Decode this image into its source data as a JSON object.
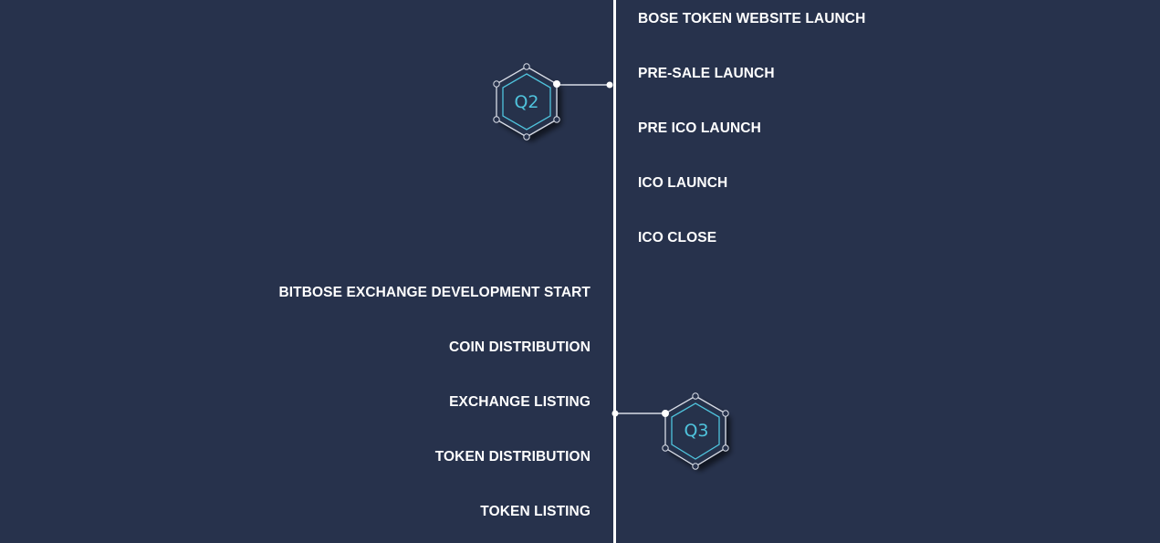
{
  "roadmap": {
    "accent_color": "#4fc3dc",
    "background_color": "#27324c",
    "quarters": [
      {
        "label": "Q2",
        "side": "left",
        "items": [
          "BOSE TOKEN WEBSITE LAUNCH",
          "PRE-SALE LAUNCH",
          "PRE ICO LAUNCH",
          "ICO LAUNCH",
          "ICO CLOSE"
        ]
      },
      {
        "label": "Q3",
        "side": "right",
        "items": [
          "BITBOSE EXCHANGE DEVELOPMENT START",
          "COIN DISTRIBUTION",
          "EXCHANGE LISTING",
          "TOKEN DISTRIBUTION",
          "TOKEN LISTING"
        ]
      }
    ]
  }
}
